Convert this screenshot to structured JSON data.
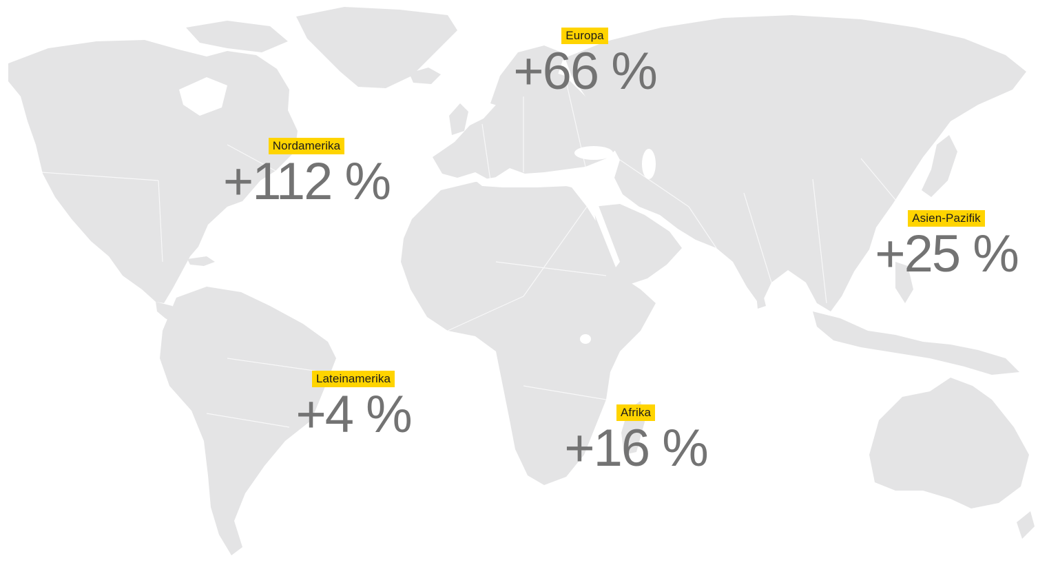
{
  "map": {
    "land_color": "#e4e4e5",
    "badge_color": "#ffd400",
    "value_color": "#737373"
  },
  "regions": [
    {
      "label": "Europa",
      "value": "+66 %"
    },
    {
      "label": "Nordamerika",
      "value": "+112 %"
    },
    {
      "label": "Asien-Pazifik",
      "value": "+25 %"
    },
    {
      "label": "Lateinamerika",
      "value": "+4 %"
    },
    {
      "label": "Afrika",
      "value": "+16 %"
    }
  ]
}
